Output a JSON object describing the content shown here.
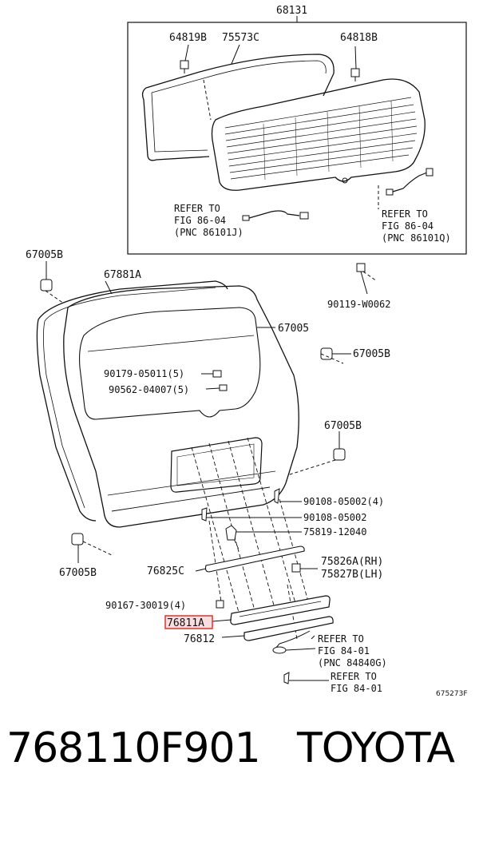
{
  "diagram": {
    "labels": {
      "l68131": "68131",
      "l64819b": "64819B",
      "l75573c": "75573C",
      "l64818b": "64818B",
      "ref1_a": "REFER TO",
      "ref1_b": "FIG 86-04",
      "ref1_c": "(PNC 86101J)",
      "ref2_a": "REFER TO",
      "ref2_b": "FIG 86-04",
      "ref2_c": "(PNC 86101Q)",
      "l67005b_1": "67005B",
      "l67881a": "67881A",
      "l90119": "90119-W0062",
      "l67005": "67005",
      "l67005b_2": "67005B",
      "l90179": "90179-05011(5)",
      "l90562": "90562-04007(5)",
      "l67005b_3": "67005B",
      "l90108a": "90108-05002(4)",
      "l90108b": "90108-05002",
      "l75819": "75819-12040",
      "l67005b_4": "67005B",
      "l76825c": "76825C",
      "l75826a": "75826A(RH)",
      "l75827b": "75827B(LH)",
      "l90167": "90167-30019(4)",
      "l76811a": "76811A",
      "l76812": "76812",
      "ref3_a": "REFER TO",
      "ref3_b": "FIG 84-01",
      "ref3_c": "(PNC 84840G)",
      "ref4_a": "REFER TO",
      "ref4_b": "FIG 84-01",
      "code": "675273F"
    },
    "highlight_color": "#dd3333"
  },
  "caption": {
    "part_number": "768110F901",
    "brand": "TOYOTA"
  }
}
